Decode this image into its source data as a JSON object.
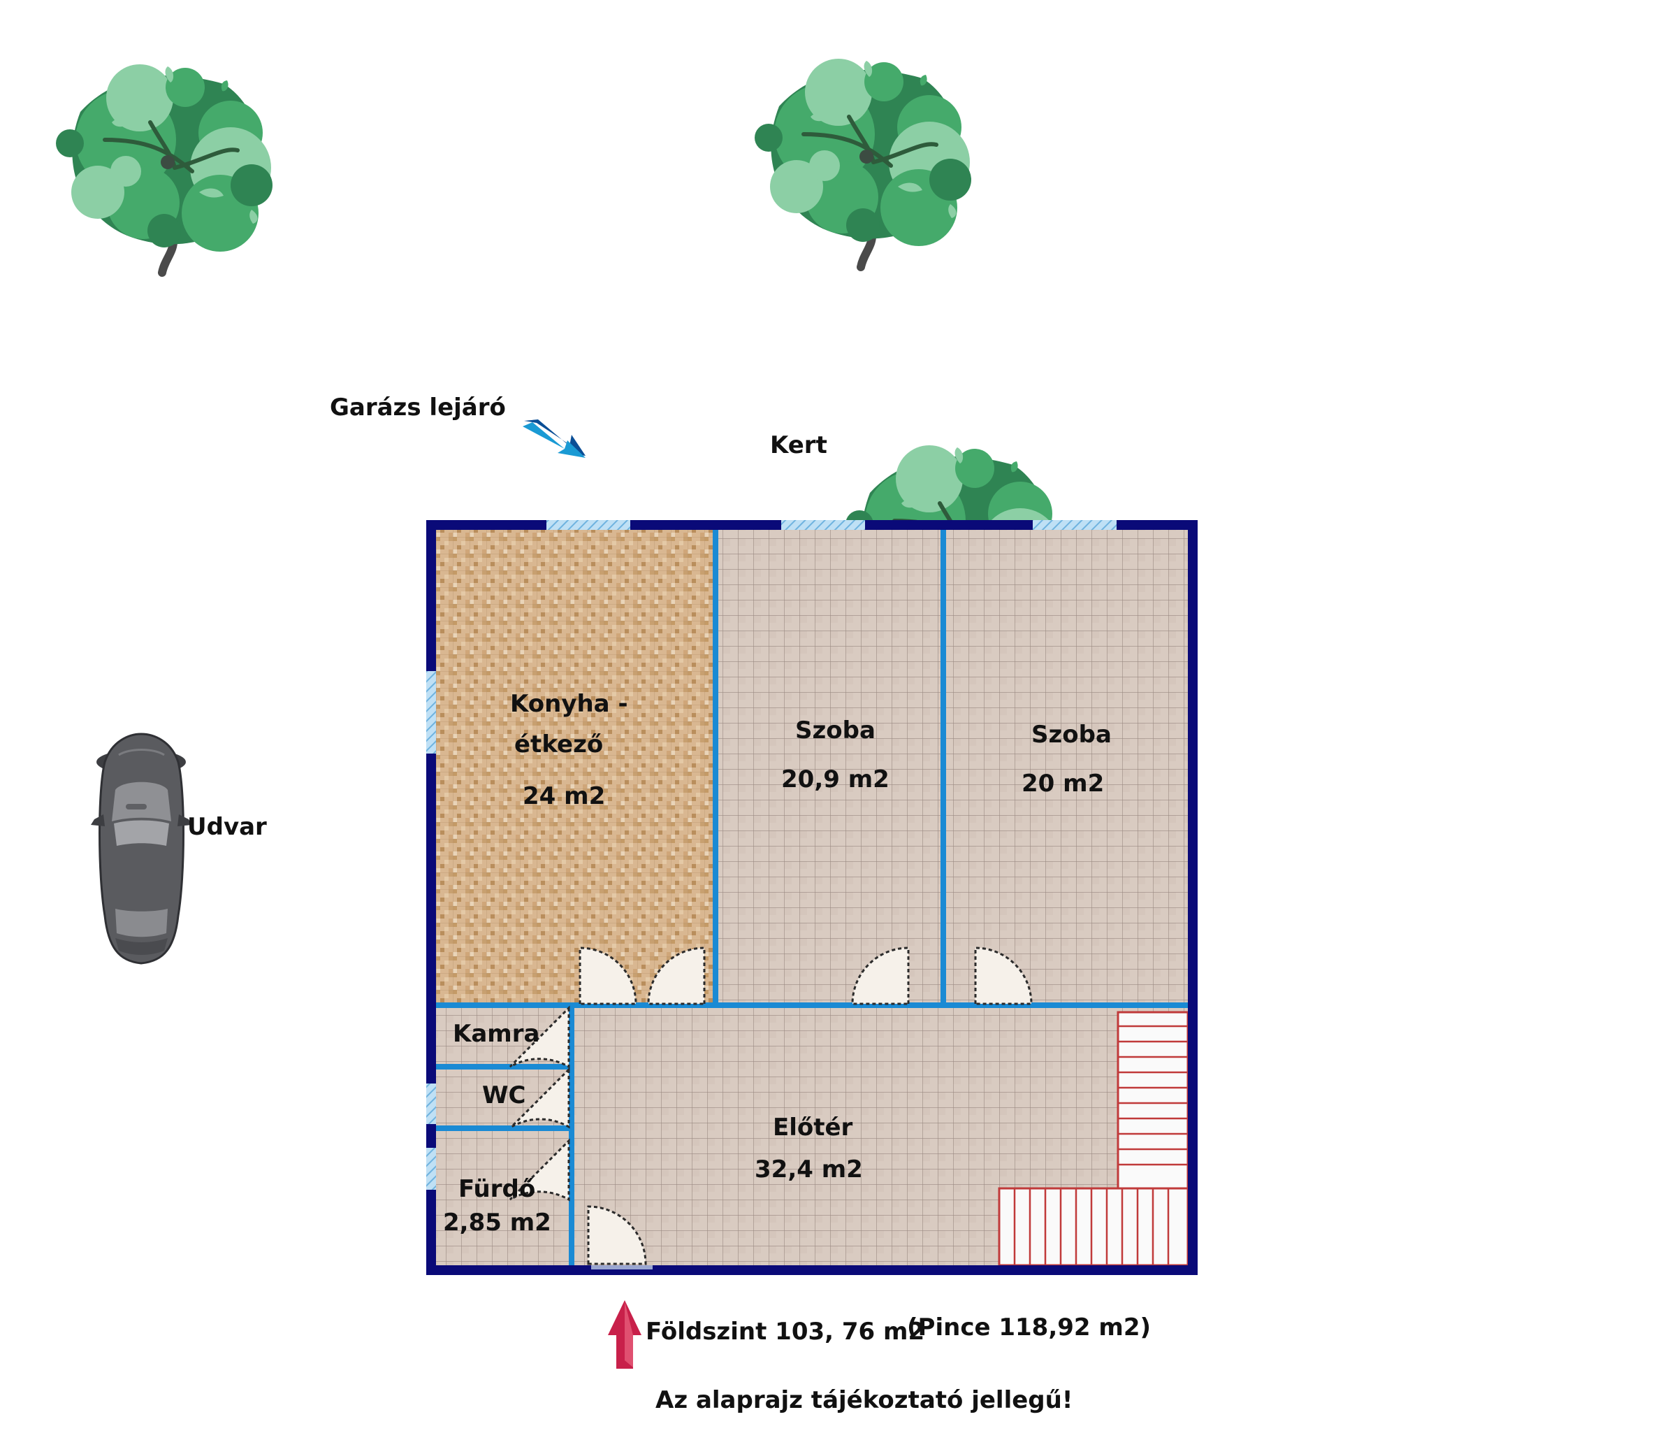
{
  "labels": {
    "garage_ramp": "Garázs lejáró",
    "garden": "Kert",
    "yard": "Udvar",
    "ground_floor": "Földszint 103, 76 m2",
    "basement": "(Pince 118,92 m2)",
    "disclaimer": "Az alaprajz tájékoztató jellegű!"
  },
  "rooms": {
    "kitchen": {
      "name_line1": "Konyha -",
      "name_line2": "étkező",
      "area": "24 m2"
    },
    "room1": {
      "name": "Szoba",
      "area": "20,9 m2"
    },
    "room2": {
      "name": "Szoba",
      "area": "20 m2"
    },
    "pantry": {
      "name": "Kamra"
    },
    "wc": {
      "name": "WC"
    },
    "bathroom": {
      "name": "Fürdő",
      "area": "2,85 m2"
    },
    "hall": {
      "name": "Előtér",
      "area": "32,4 m2"
    }
  },
  "colors": {
    "outer_wall": "#0a0a78",
    "inner_wall": "#1a8ad4",
    "kitchen_floor": "#d7b48a",
    "room_floor": "#d8c8bd",
    "window": "#a8d4f0",
    "stairs": "#c03a3a",
    "entrance_arrow": "#c8204a",
    "ramp_arrow": "#1a7ac8",
    "tree_dark": "#2f8453",
    "tree_mid": "#45aa6b",
    "tree_light": "#8ccfa5",
    "car": "#5a5b5f"
  },
  "icons": [
    "tree-icon",
    "car-icon",
    "arrow-icon"
  ]
}
